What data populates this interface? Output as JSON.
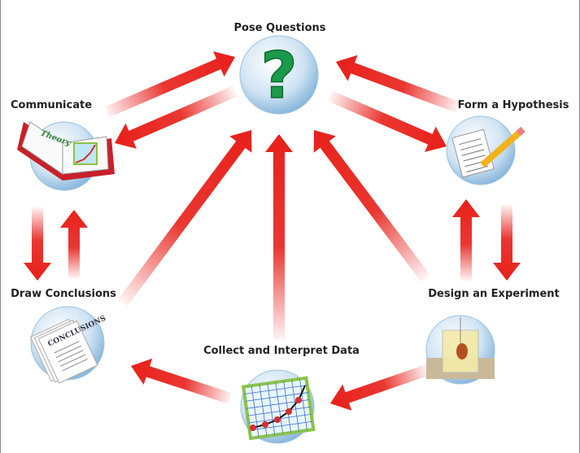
{
  "title": "Scientific Method Cycle",
  "nodes": [
    {
      "id": "pose",
      "label": "Pose Questions",
      "icon": "question-mark-icon"
    },
    {
      "id": "communicate",
      "label": "Communicate",
      "icon": "open-book-icon",
      "icon_text": "Theory"
    },
    {
      "id": "hypothesis",
      "label": "Form a Hypothesis",
      "icon": "paper-pencil-icon"
    },
    {
      "id": "conclusions",
      "label": "Draw Conclusions",
      "icon": "conclusions-papers-icon",
      "icon_text": "Conclusions"
    },
    {
      "id": "experiment",
      "label": "Design an Experiment",
      "icon": "beaker-icon"
    },
    {
      "id": "data",
      "label": "Collect and Interpret Data",
      "icon": "graph-icon"
    }
  ],
  "edges": [
    {
      "from": "communicate",
      "to": "pose"
    },
    {
      "from": "pose",
      "to": "communicate"
    },
    {
      "from": "pose",
      "to": "hypothesis"
    },
    {
      "from": "hypothesis",
      "to": "pose"
    },
    {
      "from": "hypothesis",
      "to": "experiment"
    },
    {
      "from": "experiment",
      "to": "hypothesis"
    },
    {
      "from": "communicate",
      "to": "conclusions"
    },
    {
      "from": "conclusions",
      "to": "communicate"
    },
    {
      "from": "conclusions",
      "to": "pose"
    },
    {
      "from": "data",
      "to": "pose"
    },
    {
      "from": "experiment",
      "to": "pose"
    },
    {
      "from": "experiment",
      "to": "data"
    },
    {
      "from": "data",
      "to": "conclusions"
    }
  ],
  "colors": {
    "arrow": "#e8201a",
    "circle": "#a9cde8"
  }
}
